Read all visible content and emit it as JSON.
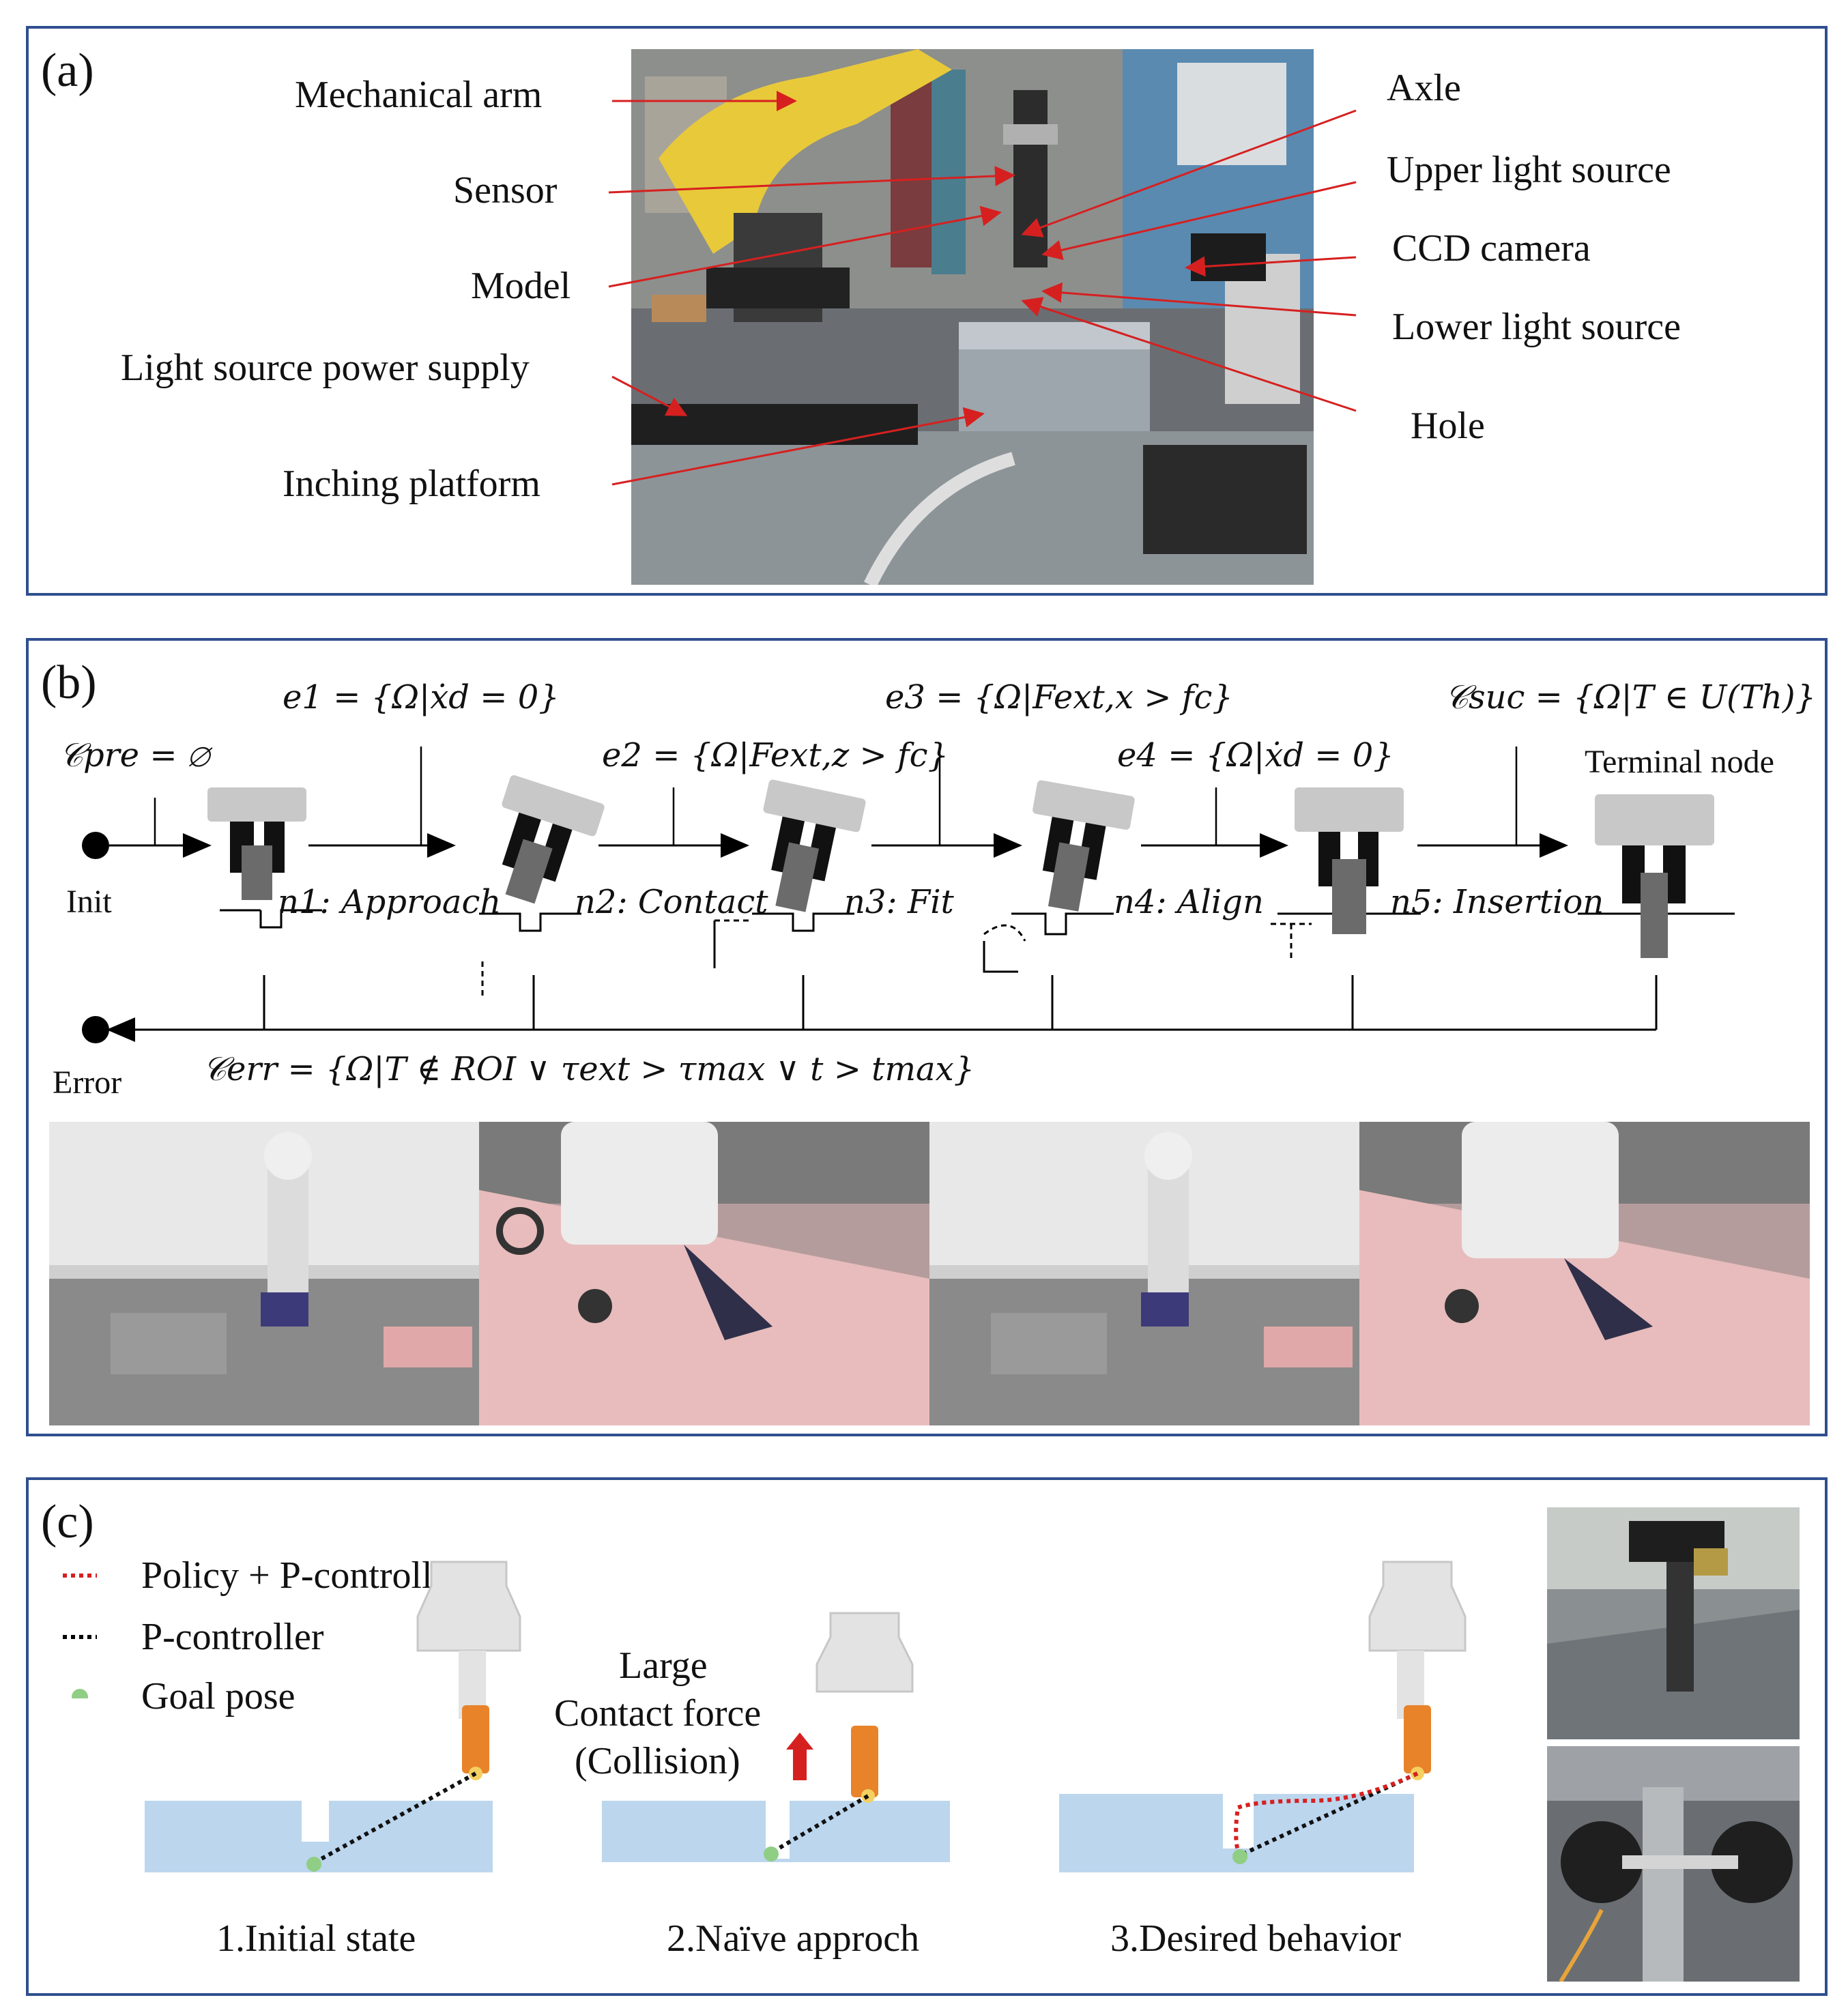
{
  "panel_a": {
    "label": "(a)",
    "left_labels": [
      "Mechanical arm",
      "Sensor",
      "Model",
      "Light source power supply",
      "Inching platform"
    ],
    "right_labels": [
      "Axle",
      "Upper light source",
      "CCD camera",
      "Lower light source",
      "Hole"
    ]
  },
  "panel_b": {
    "label": "(b)",
    "pre": "𝒞pre = ∅",
    "e1": "e1 = {Ω|ẋd = 0}",
    "e2": "e2 = {Ω|Fext,z > fc}",
    "e3": "e3 = {Ω|Fext,x > fc}",
    "e4": "e4 = {Ω|ẋd = 0}",
    "suc": "𝒞suc = {Ω|T ∈ U(Th)}",
    "terminal": "Terminal node",
    "init": "Init",
    "error": "Error",
    "n1": "n1: Approach",
    "n2": "n2: Contact",
    "n3": "n3: Fit",
    "n4": "n4: Align",
    "n5": "n5: Insertion",
    "err": "𝒞err = {Ω|T ∉ ROI ∨ τext > τmax ∨ t > tmax}"
  },
  "panel_c": {
    "label": "(c)",
    "legend": [
      "Policy + P-controller",
      "P-controller",
      "Goal pose"
    ],
    "note": [
      "Large",
      "Contact force",
      "(Collision)"
    ],
    "captions": [
      "1.Initial state",
      "2.Naïve approch",
      "3.Desired behavior"
    ]
  },
  "colors": {
    "frame": "#2f4f8f",
    "arrow_red": "#d62020",
    "surface_blue": "#bcd6ee",
    "peg_orange": "#e8832a",
    "goal_green": "#8fce84",
    "robot_yellow": "#e8c93a",
    "gripper_gray": "#cfcfcf"
  }
}
